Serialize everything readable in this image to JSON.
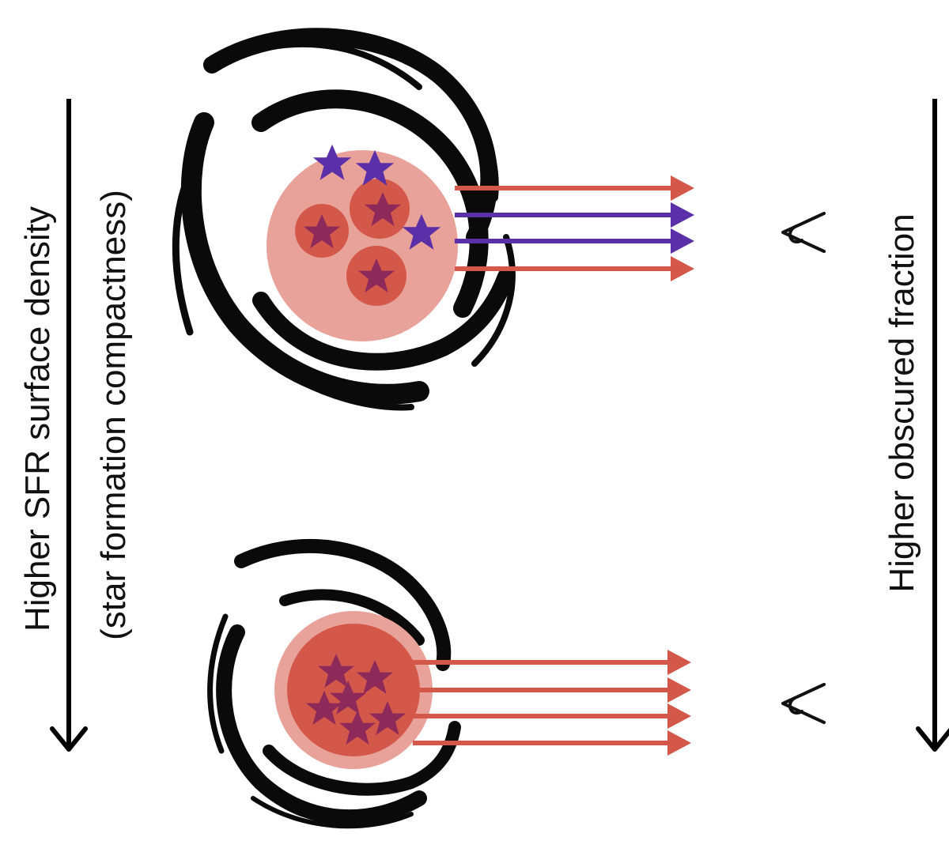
{
  "labels": {
    "left_line1": "Higher SFR surface density",
    "left_line2": "(star formation compactness)",
    "right": "Higher obscured fraction"
  },
  "colors": {
    "dust": "#0a0a0a",
    "region": "#e8a29a",
    "clump": "#d4584a",
    "obscured_star": "#8e2a5a",
    "unobscured_star": "#5a2fa8",
    "red_arrow": "#d4584a",
    "blue_arrow": "#5a2fa8",
    "observer": "#111111"
  },
  "icons": [
    "spiral-dust-icon",
    "star-icon",
    "arrow-icon",
    "eye-observer-icon"
  ]
}
